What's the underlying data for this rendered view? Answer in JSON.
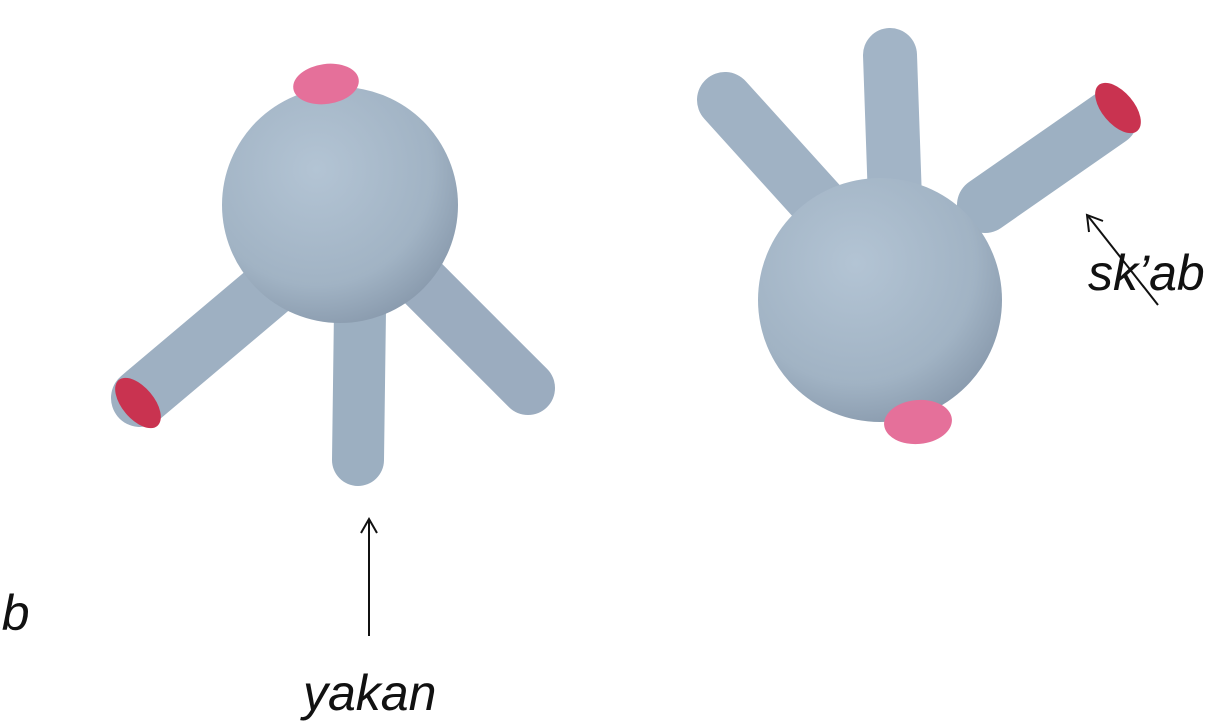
{
  "labels": {
    "left_partial": "ab",
    "bottom": "yakan",
    "right": "sk’ab"
  },
  "colors": {
    "body": "#a3b5c6",
    "body_shadow": "#7e90a3",
    "cap_pink": "#e86a90",
    "cap_red": "#c9334c",
    "arrow": "#111111"
  }
}
